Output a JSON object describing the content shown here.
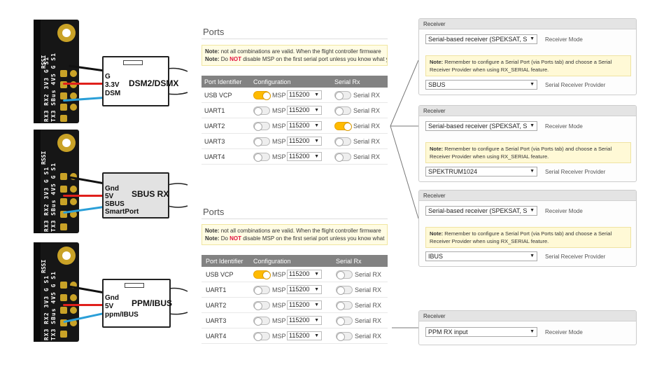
{
  "diagrams": [
    {
      "pcb_pins": [
        "RX3",
        "RX2",
        "3V3",
        "G",
        "S1"
      ],
      "pcb_pins_b": [
        "TX3",
        "SBus",
        "4V5",
        "G",
        "S1"
      ],
      "pcb_label": "RSSI",
      "receiver_title": "DSM2/DSMX",
      "receiver_pins": [
        "G",
        "3.3V",
        "DSM"
      ]
    },
    {
      "pcb_pins": [
        "RX3",
        "RX2",
        "3V3",
        "G",
        "S1"
      ],
      "pcb_pins_b": [
        "TX3",
        "SBus",
        "4V5",
        "G",
        "S1"
      ],
      "pcb_label": "RSSI",
      "receiver_title": "SBUS RX",
      "receiver_pins": [
        "Gnd",
        "5V",
        "SBUS",
        "SmartPort"
      ]
    },
    {
      "pcb_pins": [
        "RX3",
        "RX2",
        "3V3",
        "G",
        "S1"
      ],
      "pcb_pins_b": [
        "TX3",
        "SBus",
        "4V5",
        "G",
        "S1"
      ],
      "pcb_label": "RSSI",
      "receiver_title": "PPM/IBUS",
      "receiver_pins": [
        "Gnd",
        "5V",
        "ppm/IBUS"
      ]
    }
  ],
  "ports_panels": [
    {
      "title": "Ports",
      "note_line1_bold": "Note:",
      "note_line1": "not all combinations are valid. When the flight controller firmware",
      "note_line2_bold": "Note:",
      "note_line2_pre": "Do",
      "note_line2_red": "NOT",
      "note_line2_post": "disable MSP on the first serial port unless you know what y",
      "headers": [
        "Port Identifier",
        "Configuration",
        "Serial Rx"
      ],
      "rows": [
        {
          "id": "USB VCP",
          "msp_on": true,
          "msp_label": "MSP",
          "baud": "115200",
          "rx_on": false,
          "rx_label": "Serial RX"
        },
        {
          "id": "UART1",
          "msp_on": false,
          "msp_label": "MSP",
          "baud": "115200",
          "rx_on": false,
          "rx_label": "Serial RX"
        },
        {
          "id": "UART2",
          "msp_on": false,
          "msp_label": "MSP",
          "baud": "115200",
          "rx_on": true,
          "rx_label": "Serial RX"
        },
        {
          "id": "UART3",
          "msp_on": false,
          "msp_label": "MSP",
          "baud": "115200",
          "rx_on": false,
          "rx_label": "Serial RX"
        },
        {
          "id": "UART4",
          "msp_on": false,
          "msp_label": "MSP",
          "baud": "115200",
          "rx_on": false,
          "rx_label": "Serial RX"
        }
      ]
    },
    {
      "title": "Ports",
      "note_line1_bold": "Note:",
      "note_line1": "not all combinations are valid. When the flight controller firmware",
      "note_line2_bold": "Note:",
      "note_line2_pre": "Do",
      "note_line2_red": "NOT",
      "note_line2_post": "disable MSP on the first serial port unless you know what",
      "headers": [
        "Port Identifier",
        "Configuration",
        "Serial Rx"
      ],
      "rows": [
        {
          "id": "USB VCP",
          "msp_on": true,
          "msp_label": "MSP",
          "baud": "115200",
          "rx_on": false,
          "rx_label": "Serial RX"
        },
        {
          "id": "UART1",
          "msp_on": false,
          "msp_label": "MSP",
          "baud": "115200",
          "rx_on": false,
          "rx_label": "Serial RX"
        },
        {
          "id": "UART2",
          "msp_on": false,
          "msp_label": "MSP",
          "baud": "115200",
          "rx_on": false,
          "rx_label": "Serial RX"
        },
        {
          "id": "UART3",
          "msp_on": false,
          "msp_label": "MSP",
          "baud": "115200",
          "rx_on": false,
          "rx_label": "Serial RX"
        },
        {
          "id": "UART4",
          "msp_on": false,
          "msp_label": "MSP",
          "baud": "115200",
          "rx_on": false,
          "rx_label": "Serial RX"
        }
      ]
    }
  ],
  "receiver_panels": [
    {
      "header": "Receiver",
      "mode_value": "Serial-based receiver (SPEKSAT, S",
      "mode_label": "Receiver Mode",
      "note_bold": "Note:",
      "note": "Remember to configure a Serial Port (via Ports tab) and choose a Serial Receiver Provider when using RX_SERIAL feature.",
      "provider_value": "SBUS",
      "provider_label": "Serial Receiver Provider"
    },
    {
      "header": "Receiver",
      "mode_value": "Serial-based receiver (SPEKSAT, S",
      "mode_label": "Receiver Mode",
      "note_bold": "Note:",
      "note": "Remember to configure a Serial Port (via Ports tab) and choose a Serial Receiver Provider when using RX_SERIAL feature.",
      "provider_value": "SPEKTRUM1024",
      "provider_label": "Serial Receiver Provider"
    },
    {
      "header": "Receiver",
      "mode_value": "Serial-based receiver (SPEKSAT, S",
      "mode_label": "Receiver Mode",
      "note_bold": "Note:",
      "note": "Remember to configure a Serial Port (via Ports tab) and choose a Serial Receiver Provider when using RX_SERIAL feature.",
      "provider_value": "IBUS",
      "provider_label": "Serial Receiver Provider"
    },
    {
      "header": "Receiver",
      "mode_value": "PPM RX input",
      "mode_label": "Receiver Mode"
    }
  ],
  "colors": {
    "pcb": "#161616",
    "gold": "#c9a227",
    "wire_black": "#111111",
    "wire_red": "#e0201c",
    "wire_blue": "#2a9fd8",
    "toggle_on": "#ffbb00",
    "table_header": "#828282",
    "note_red": "#e2123f"
  }
}
